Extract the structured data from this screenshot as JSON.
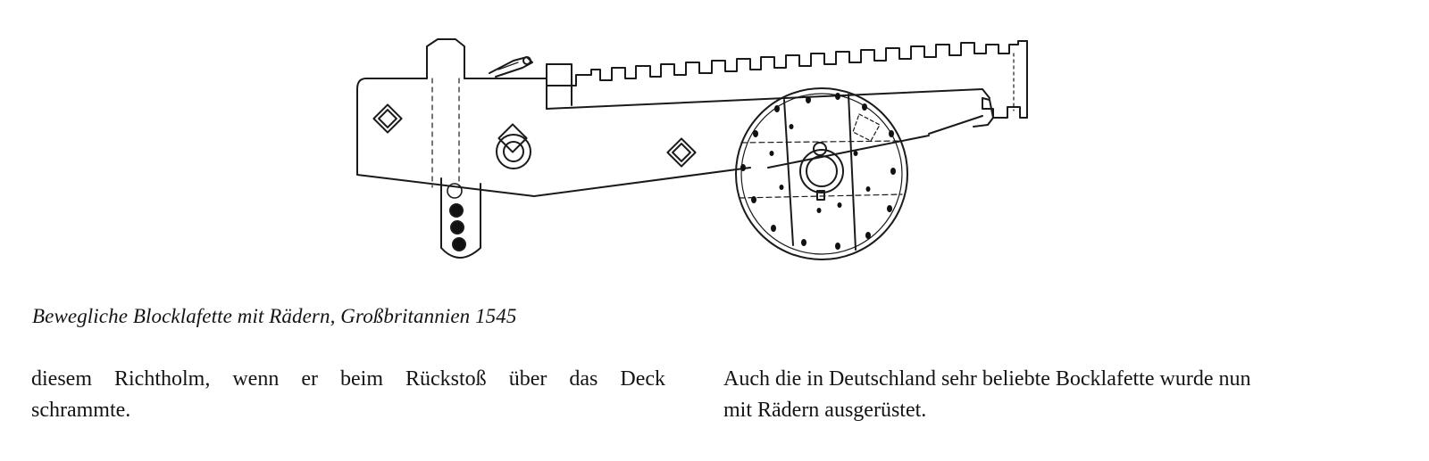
{
  "figure": {
    "illustration": "cannon-on-wheeled-block-carriage"
  },
  "caption": "Bewegliche Blocklafette mit Rädern, Großbritannien 1545",
  "body": {
    "left_column": {
      "line1": "diesem Richtholm, wenn er beim Rückstoß über das Deck",
      "line2": "schrammte."
    },
    "right_column": {
      "line1": "Auch die in Deutschland sehr beliebte Bocklafette wurde nun",
      "line2": "mit Rädern ausgerüstet."
    }
  }
}
